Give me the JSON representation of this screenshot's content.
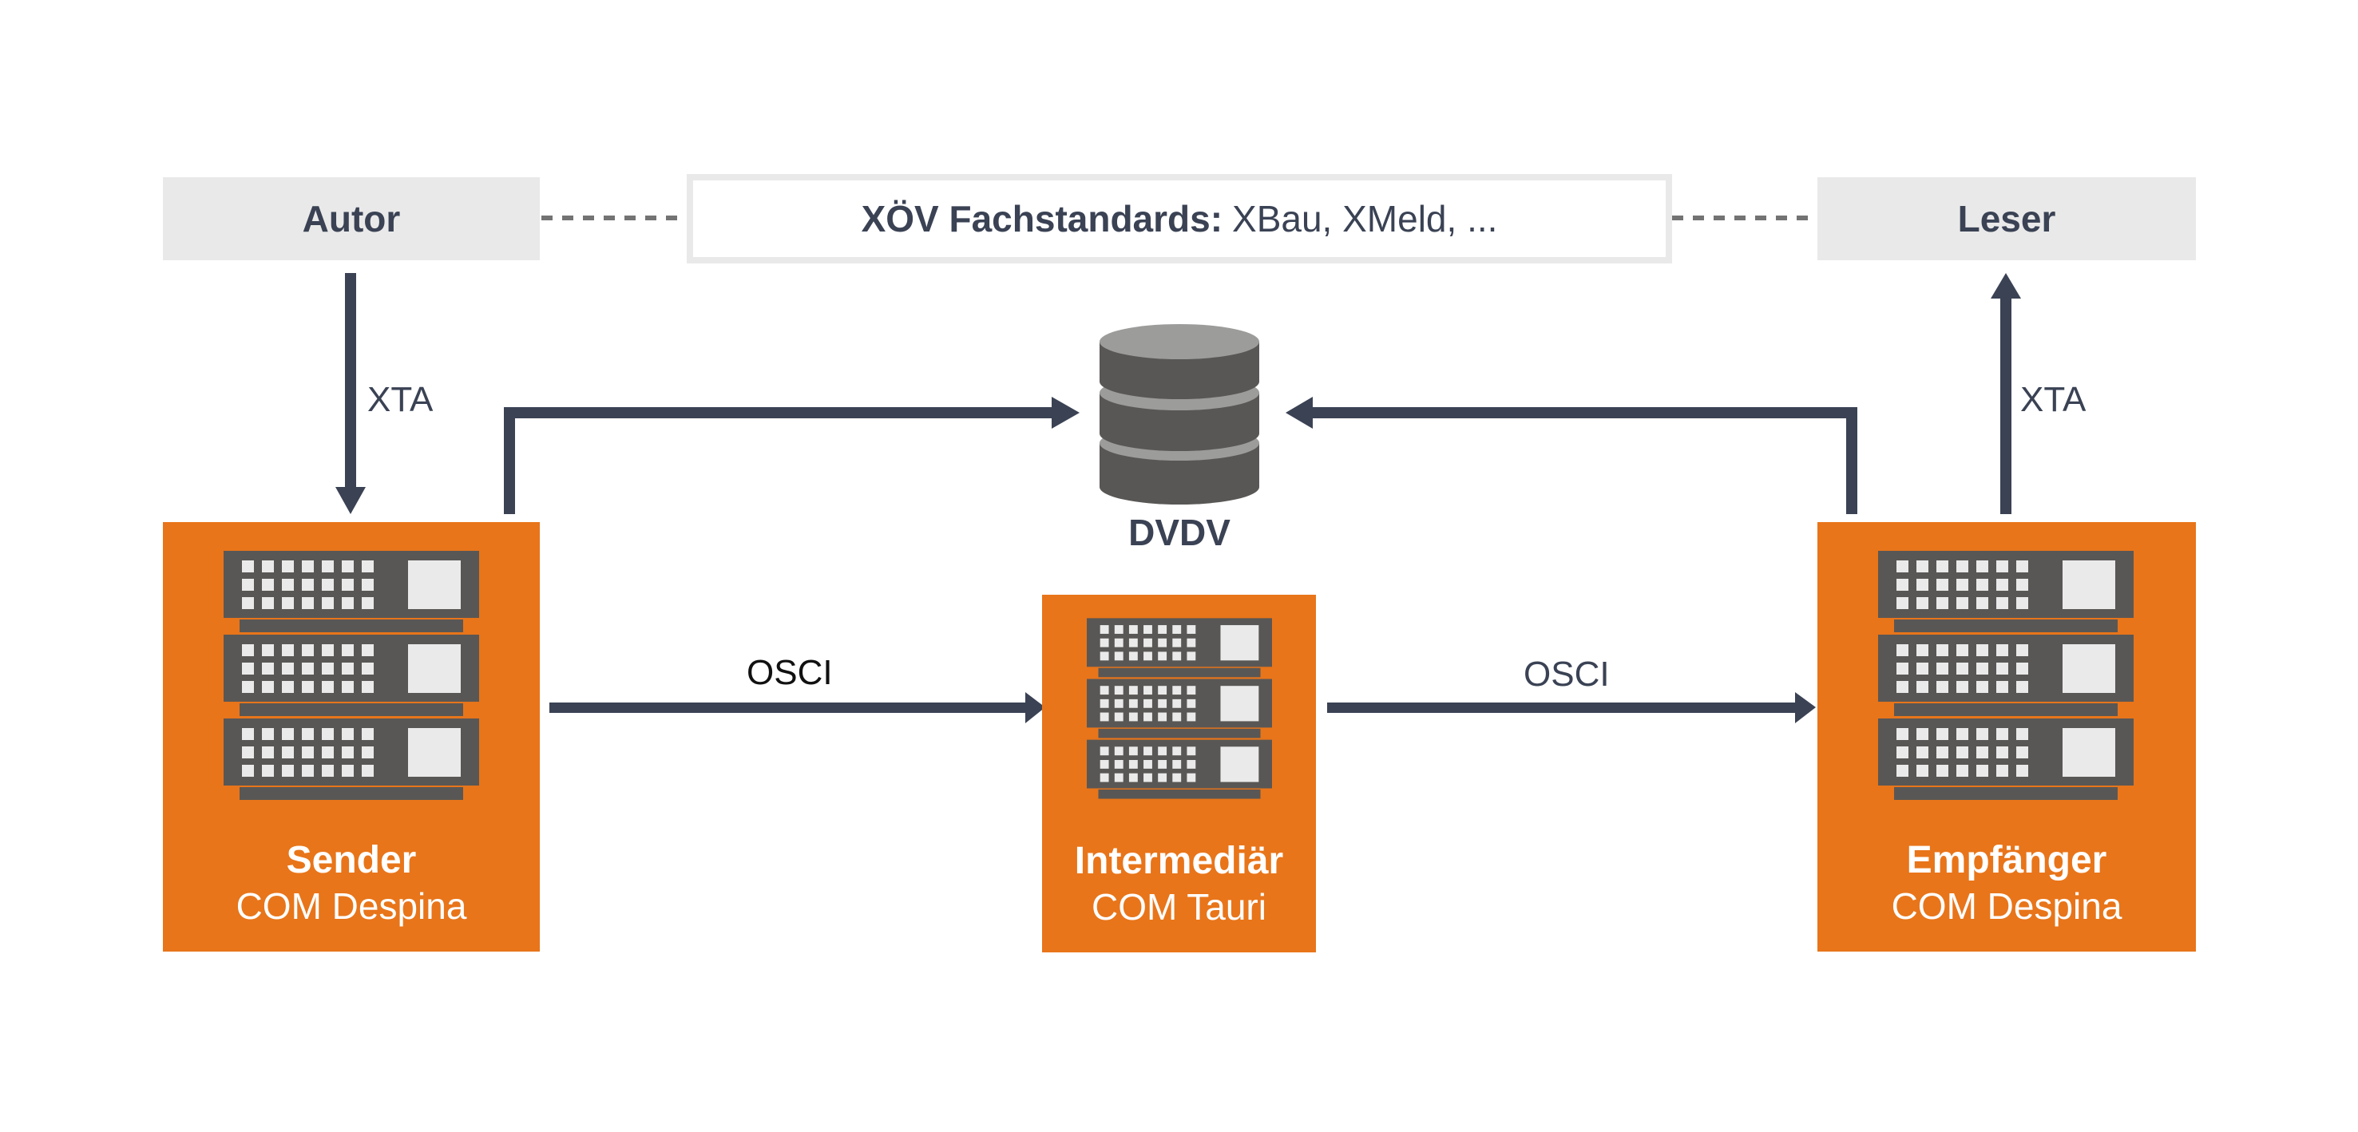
{
  "colors": {
    "orange": "#e8751a",
    "navy": "#3a4254",
    "light_gray": "#e9e9e9",
    "server_dark": "#595755",
    "server_light": "#eaeaea",
    "db_top": "#9c9c9b",
    "dash": "#737373"
  },
  "top_row": {
    "author": "Autor",
    "reader": "Leser",
    "standards_bold": "XÖV Fachstandards:",
    "standards_rest": "XBau, XMeld, ..."
  },
  "database": {
    "label": "DVDV",
    "icon": "database-icon"
  },
  "nodes": {
    "sender": {
      "title": "Sender",
      "subtitle": "COM Despina",
      "icon": "server-rack-icon"
    },
    "intermediary": {
      "title": "Intermediär",
      "subtitle": "COM Tauri",
      "icon": "server-rack-icon"
    },
    "receiver": {
      "title": "Empfänger",
      "subtitle": "COM Despina",
      "icon": "server-rack-icon"
    }
  },
  "connections": {
    "author_to_sender": "XTA",
    "receiver_to_reader": "XTA",
    "sender_to_intermediary": "OSCI",
    "intermediary_to_receiver": "OSCI"
  }
}
